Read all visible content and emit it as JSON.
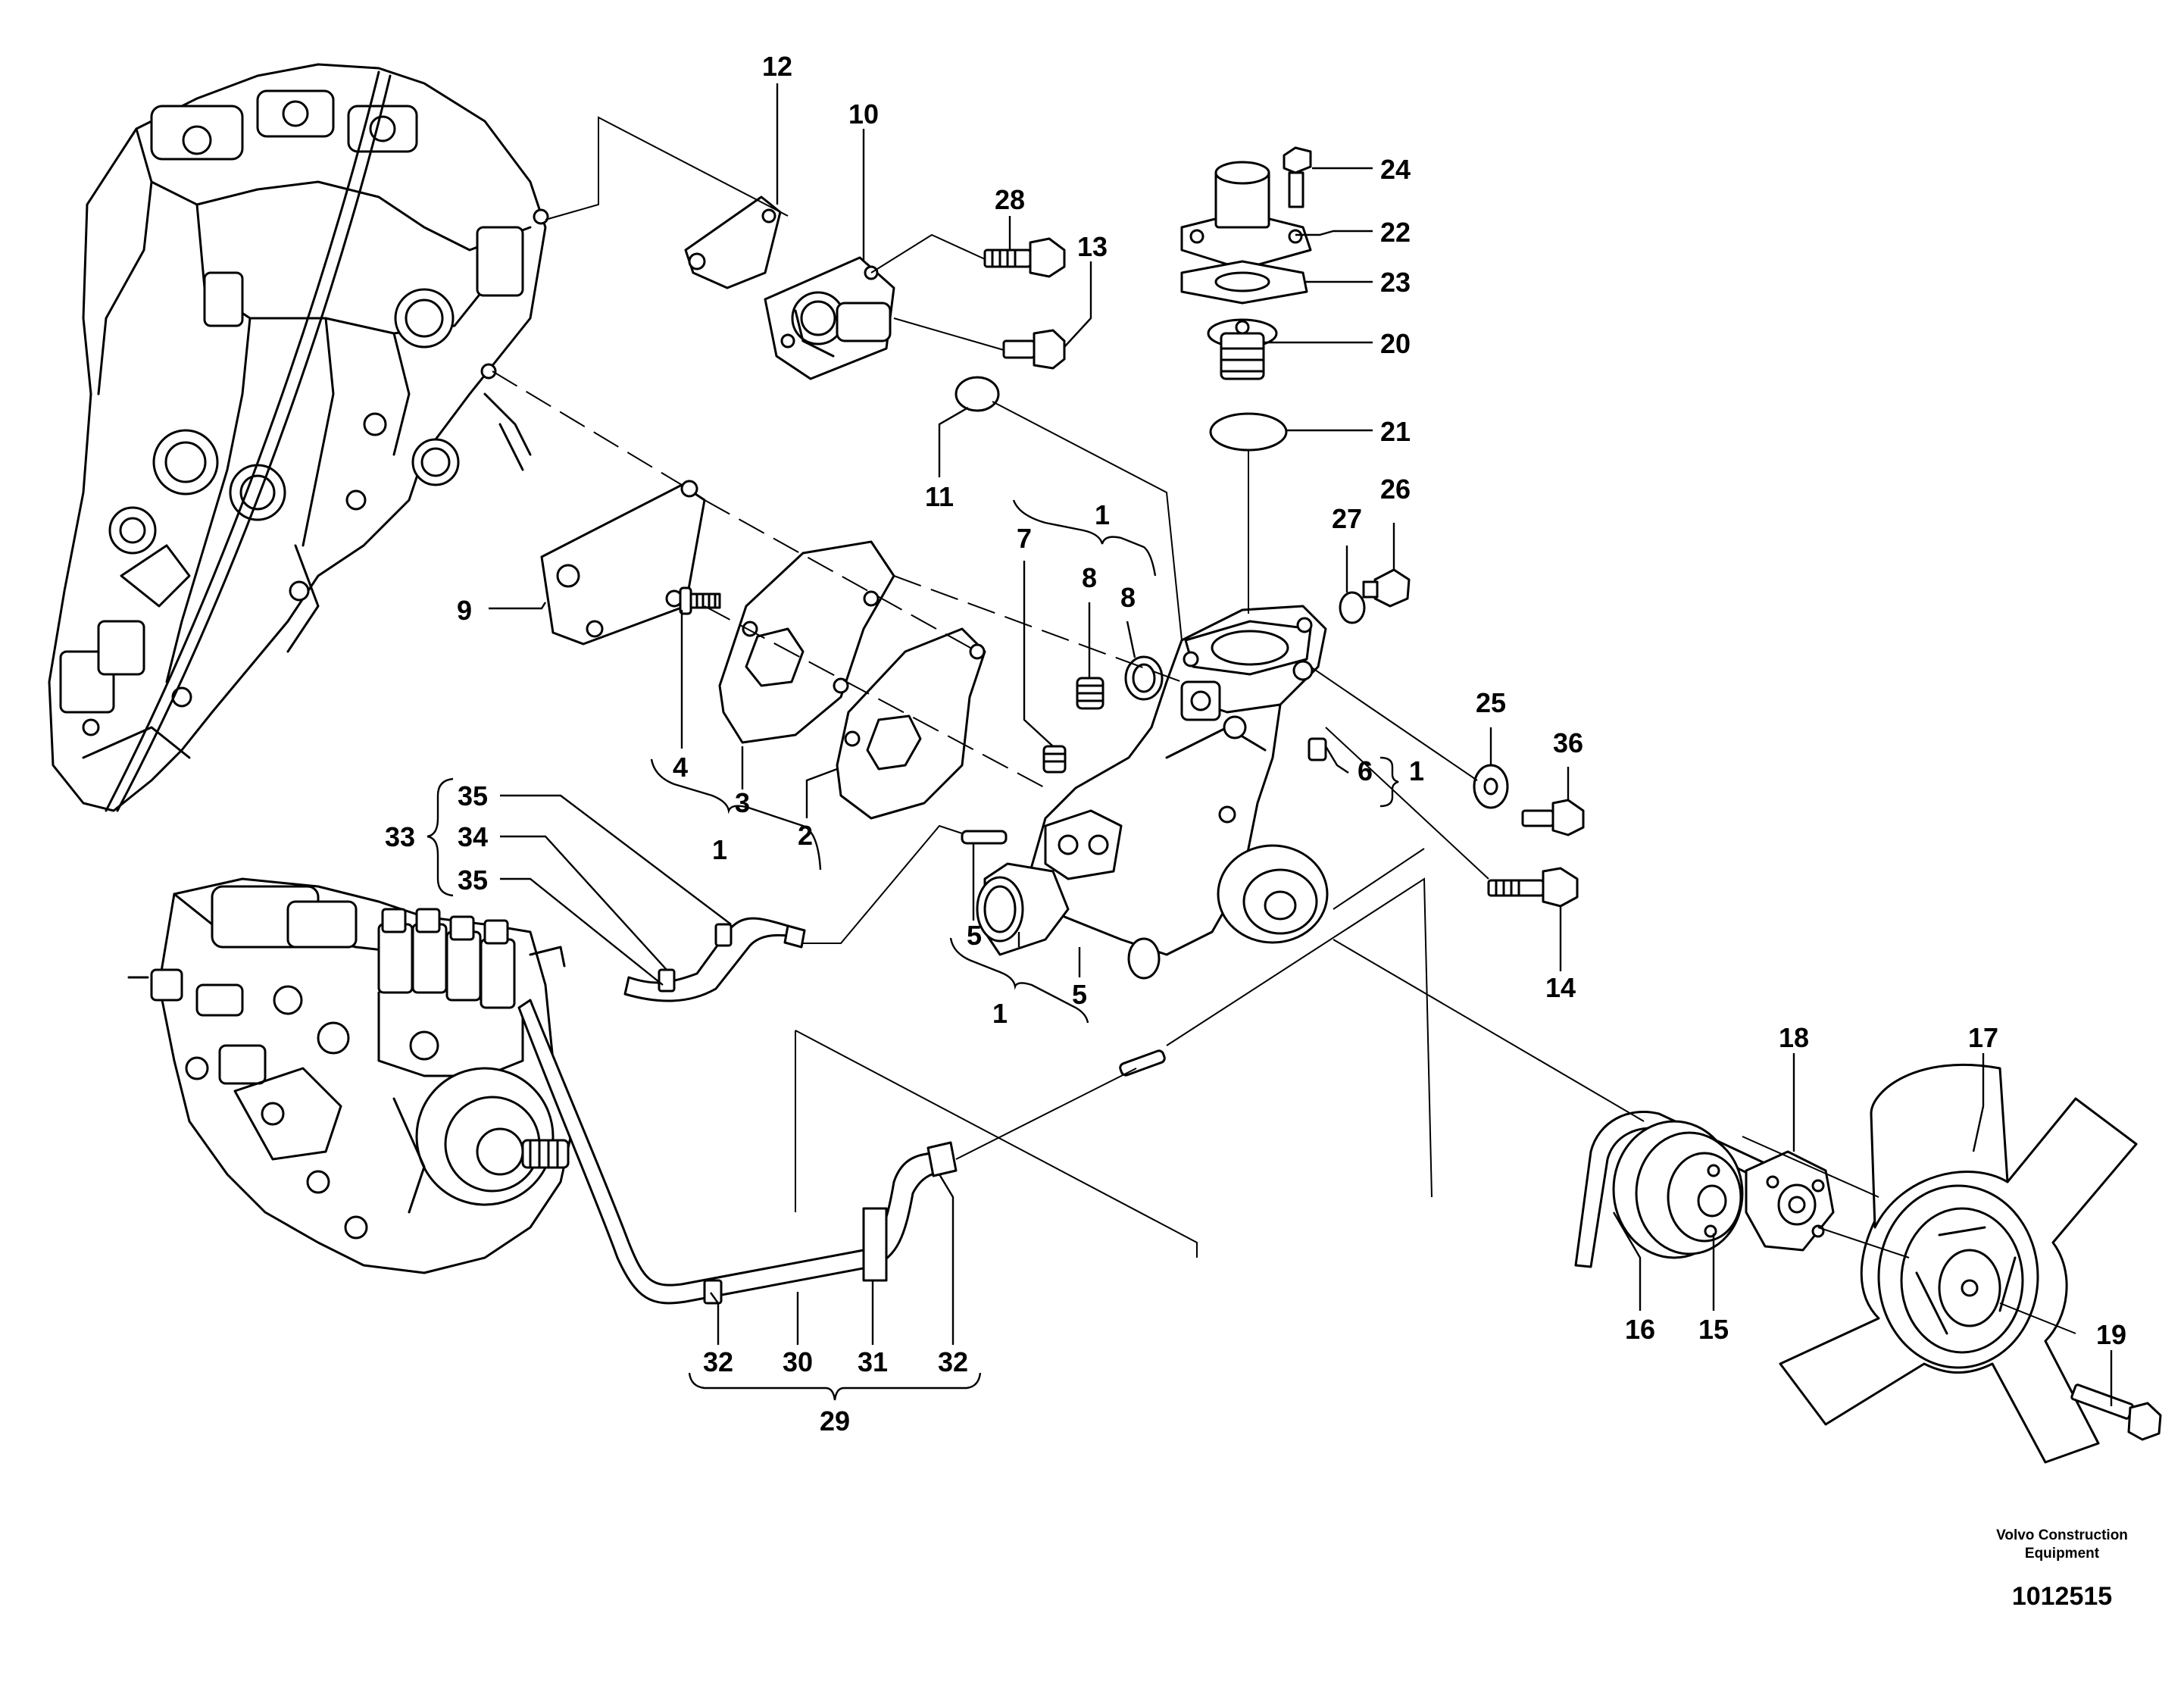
{
  "callouts": {
    "c1_top": "1",
    "c1_gasket": "1",
    "c1_body": "1",
    "c1_plug": "1",
    "c2": "2",
    "c3": "3",
    "c4": "4",
    "c5_a": "5",
    "c5_b": "5",
    "c6": "6",
    "c7": "7",
    "c8_a": "8",
    "c8_b": "8",
    "c9": "9",
    "c10": "10",
    "c11": "11",
    "c12": "12",
    "c13": "13",
    "c14": "14",
    "c15": "15",
    "c16": "16",
    "c17": "17",
    "c18": "18",
    "c19": "19",
    "c20": "20",
    "c21": "21",
    "c22": "22",
    "c23": "23",
    "c24": "24",
    "c25": "25",
    "c26": "26",
    "c27": "27",
    "c28": "28",
    "c29": "29",
    "c30": "30",
    "c31": "31",
    "c32_a": "32",
    "c32_b": "32",
    "c33": "33",
    "c34": "34",
    "c35_a": "35",
    "c35_b": "35",
    "c36": "36"
  },
  "footer": {
    "brand_line1": "Volvo Construction",
    "brand_line2": "Equipment",
    "document_number": "1012515"
  }
}
